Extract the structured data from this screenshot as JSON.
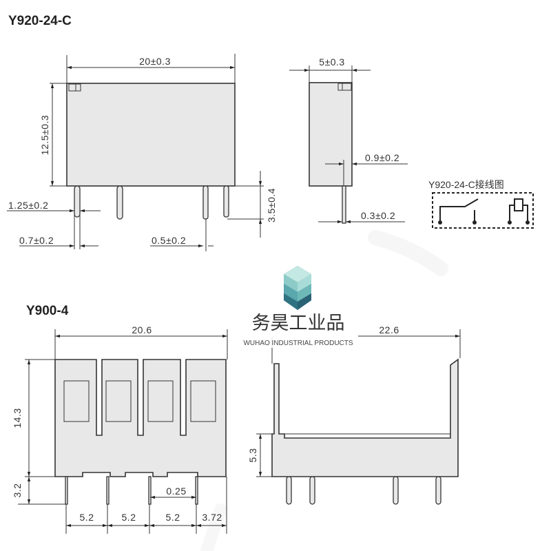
{
  "relay_drawing": {
    "title": "Y920-24-C",
    "front_view": {
      "width_dim": "20±0.3",
      "height_dim": "12.5±0.3",
      "pin_offset_dim": "1.25±0.2",
      "pin_width_dim": "0.7±0.2",
      "pin_thickness_dim": "0.5±0.2",
      "pin_length_dim": "3.5±0.4"
    },
    "side_view": {
      "width_dim": "5±0.3",
      "pin_offset_dim": "0.9±0.2",
      "pin_thickness_dim": "0.3±0.2"
    },
    "wiring_diagram": {
      "title": "Y920-24-C接线图"
    }
  },
  "socket_drawing": {
    "title": "Y900-4",
    "front_view": {
      "width_dim": "20.6",
      "height_dim": "14.3",
      "pin_length_dim": "3.2",
      "pin_width_dim": "0.25",
      "pitch_dims": [
        "5.2",
        "5.2",
        "5.2",
        "3.72"
      ]
    },
    "side_view": {
      "width_dim": "22.6",
      "base_height_dim": "5.3"
    }
  },
  "watermark": {
    "brand_cn": "务昊工业品",
    "brand_en": "WUHAO INDUSTRIAL PRODUCTS",
    "logo_colors": [
      "#a9dcd8",
      "#6fb8b8",
      "#3f8c98",
      "#2a6274"
    ]
  },
  "colors": {
    "line": "#333333",
    "body_fill": "#e8e8e8"
  }
}
